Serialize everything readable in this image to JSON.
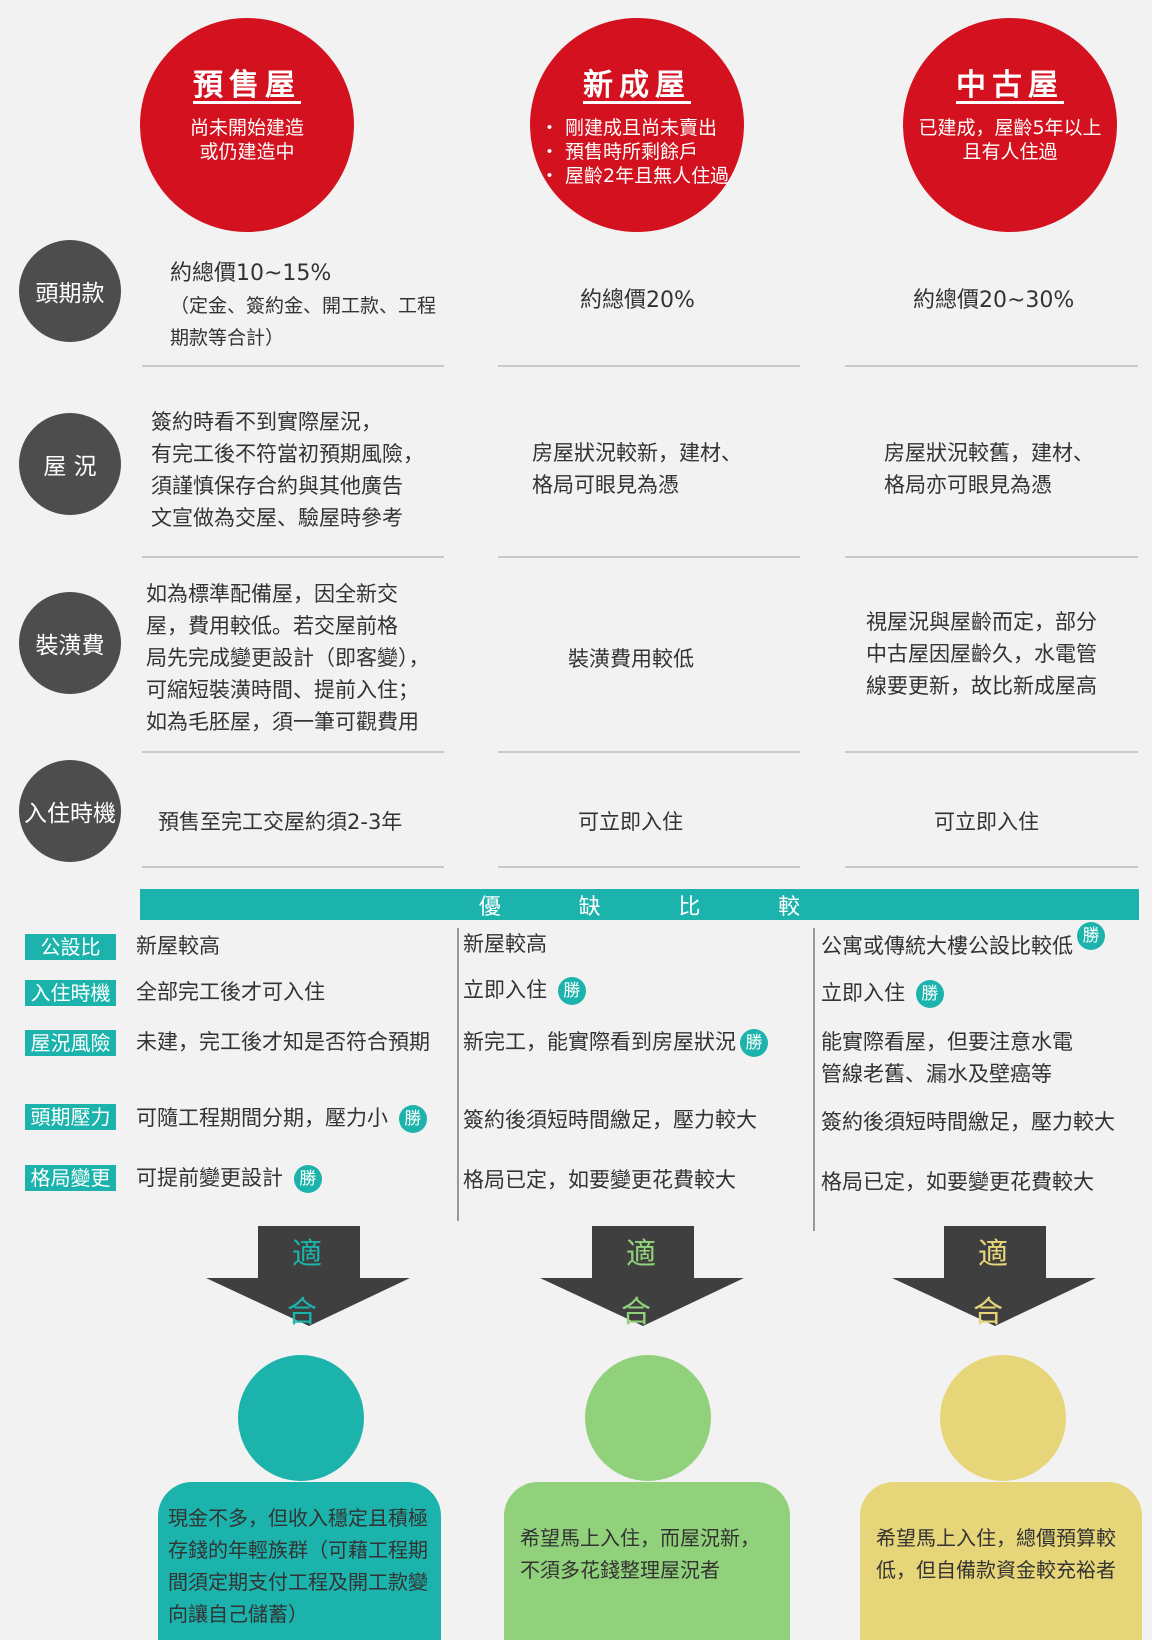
{
  "types": [
    {
      "title": "預售屋",
      "desc": [
        "尚未開始建造",
        "或仍建造中"
      ]
    },
    {
      "title": "新成屋",
      "bullets": [
        "・ 剛建成且尚未賣出",
        "・ 預售時所剩餘戶",
        "・ 屋齡2年且無人住過"
      ]
    },
    {
      "title": "中古屋",
      "desc": [
        "已建成，屋齡5年以上",
        "且有人住過"
      ]
    }
  ],
  "rows": [
    {
      "label": "頭期款",
      "cells": [
        {
          "main": "約總價10~15%",
          "sub": [
            "（定金、簽約金、開工款、工程",
            "期款等合計）"
          ]
        },
        {
          "lines": [
            "約總價20%"
          ]
        },
        {
          "lines": [
            "約總價20~30%"
          ]
        }
      ]
    },
    {
      "label": "屋 況",
      "cells": [
        {
          "lines": [
            "簽約時看不到實際屋況，",
            "有完工後不符當初預期風險，",
            "須謹慎保存合約與其他廣告",
            "文宣做為交屋、驗屋時參考"
          ]
        },
        {
          "lines": [
            "房屋狀況較新，建材、",
            "格局可眼見為憑"
          ]
        },
        {
          "lines": [
            "房屋狀況較舊，建材、",
            "格局亦可眼見為憑"
          ]
        }
      ]
    },
    {
      "label": "裝潢費",
      "cells": [
        {
          "lines": [
            "如為標準配備屋，因全新交",
            "屋，費用較低。若交屋前格",
            "局先完成變更設計（即客變），",
            "可縮短裝潢時間、提前入住；",
            "如為毛胚屋，須一筆可觀費用"
          ]
        },
        {
          "lines": [
            "裝潢費用較低"
          ]
        },
        {
          "lines": [
            "視屋況與屋齡而定，部分",
            "中古屋因屋齡久，水電管",
            "線要更新，故比新成屋高"
          ]
        }
      ]
    },
    {
      "label": "入住時機",
      "cells": [
        {
          "lines": [
            "預售至完工交屋約須2-3年"
          ]
        },
        {
          "lines": [
            "可立即入住"
          ]
        },
        {
          "lines": [
            "可立即入住"
          ]
        }
      ]
    }
  ],
  "compare": {
    "title_chars": [
      "優",
      "缺",
      "比",
      "較"
    ],
    "win_label": "勝",
    "rows": [
      {
        "label": "公設比",
        "cells": [
          {
            "text": "新屋較高"
          },
          {
            "text": "新屋較高"
          },
          {
            "text": "公寓或傳統大樓公設比較低",
            "win": true
          }
        ]
      },
      {
        "label": "入住時機",
        "cells": [
          {
            "text": "全部完工後才可入住"
          },
          {
            "text": "立即入住",
            "win": true
          },
          {
            "text": "立即入住",
            "win": true
          }
        ]
      },
      {
        "label": "屋況風險",
        "cells": [
          {
            "text": "未建，完工後才知是否符合預期"
          },
          {
            "text": "新完工，能實際看到房屋狀況",
            "win": true
          },
          {
            "text": "能實際看屋，但要注意水電",
            "text2": "管線老舊、漏水及壁癌等"
          }
        ]
      },
      {
        "label": "頭期壓力",
        "cells": [
          {
            "text": "可隨工程期間分期，壓力小",
            "win": true
          },
          {
            "text": "簽約後須短時間繳足，壓力較大"
          },
          {
            "text": "簽約後須短時間繳足，壓力較大"
          }
        ]
      },
      {
        "label": "格局變更",
        "cells": [
          {
            "text": "可提前變更設計",
            "win": true
          },
          {
            "text": "格局已定，如要變更花費較大"
          },
          {
            "text": "格局已定，如要變更花費較大"
          }
        ]
      }
    ]
  },
  "fit": {
    "label": "適 合",
    "colors": [
      "#1bb3ab",
      "#92d17b",
      "#e6d679"
    ],
    "people": [
      {
        "lines": [
          "現金不多，但收入穩定且積極",
          "存錢的年輕族群（可藉工程期",
          "間須定期支付工程及開工款變",
          "向讓自己儲蓄）"
        ]
      },
      {
        "lines": [
          "希望馬上入住，而屋況新，",
          "不須多花錢整理屋況者"
        ]
      },
      {
        "lines": [
          "希望馬上入住，總價預算較",
          "低，但自備款資金較充裕者"
        ]
      }
    ]
  },
  "colors": {
    "red": "#d4111f",
    "gray_circle": "#4d4d4d",
    "teal": "#1bb3ab",
    "green": "#92d17b",
    "yellow": "#e6d679",
    "arrow": "#3f3f3f"
  }
}
